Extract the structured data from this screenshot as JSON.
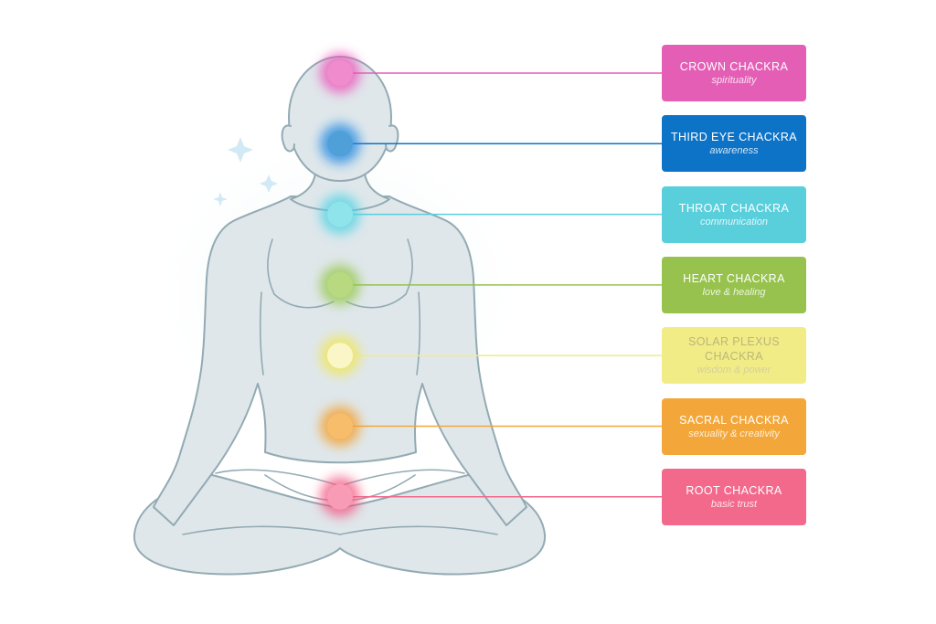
{
  "colors": {
    "body_fill": "#dfe7eb",
    "body_stroke": "#93aab3",
    "sparkle": "#cfe8f3",
    "aura": "#d9eef8"
  },
  "icons": [
    "sparkle-icon",
    "sparkle-icon",
    "sparkle-icon"
  ],
  "chakras": [
    {
      "title": "CROWN CHACKRA",
      "subtitle": "spirituality",
      "color": "#e45eb6",
      "dot": "#f08ccd",
      "glow": "#ee4fb8"
    },
    {
      "title": "THIRD EYE CHACKRA",
      "subtitle": "awareness",
      "color": "#0d73c7",
      "dot": "#4f9fd8",
      "glow": "#1f86e0"
    },
    {
      "title": "THROAT CHACKRA",
      "subtitle": "communication",
      "color": "#5acfdc",
      "dot": "#8fe3ea",
      "glow": "#4fd3e3"
    },
    {
      "title": "HEART CHACKRA",
      "subtitle": "love & healing",
      "color": "#96c24d",
      "dot": "#b8d97f",
      "glow": "#94c74a"
    },
    {
      "title": "SOLAR PLEXUS CHACKRA",
      "subtitle": "wisdom & power",
      "color": "#f2ec86",
      "dot": "#fbf6c8",
      "glow": "#f2e64f",
      "light": true
    },
    {
      "title": "SACRAL CHACKRA",
      "subtitle": "sexuality & creativity",
      "color": "#f3a73a",
      "dot": "#f7bd6a",
      "glow": "#f59b22"
    },
    {
      "title": "ROOT CHACKRA",
      "subtitle": "basic trust",
      "color": "#f2698c",
      "dot": "#f79cb4",
      "glow": "#f2557f"
    }
  ]
}
